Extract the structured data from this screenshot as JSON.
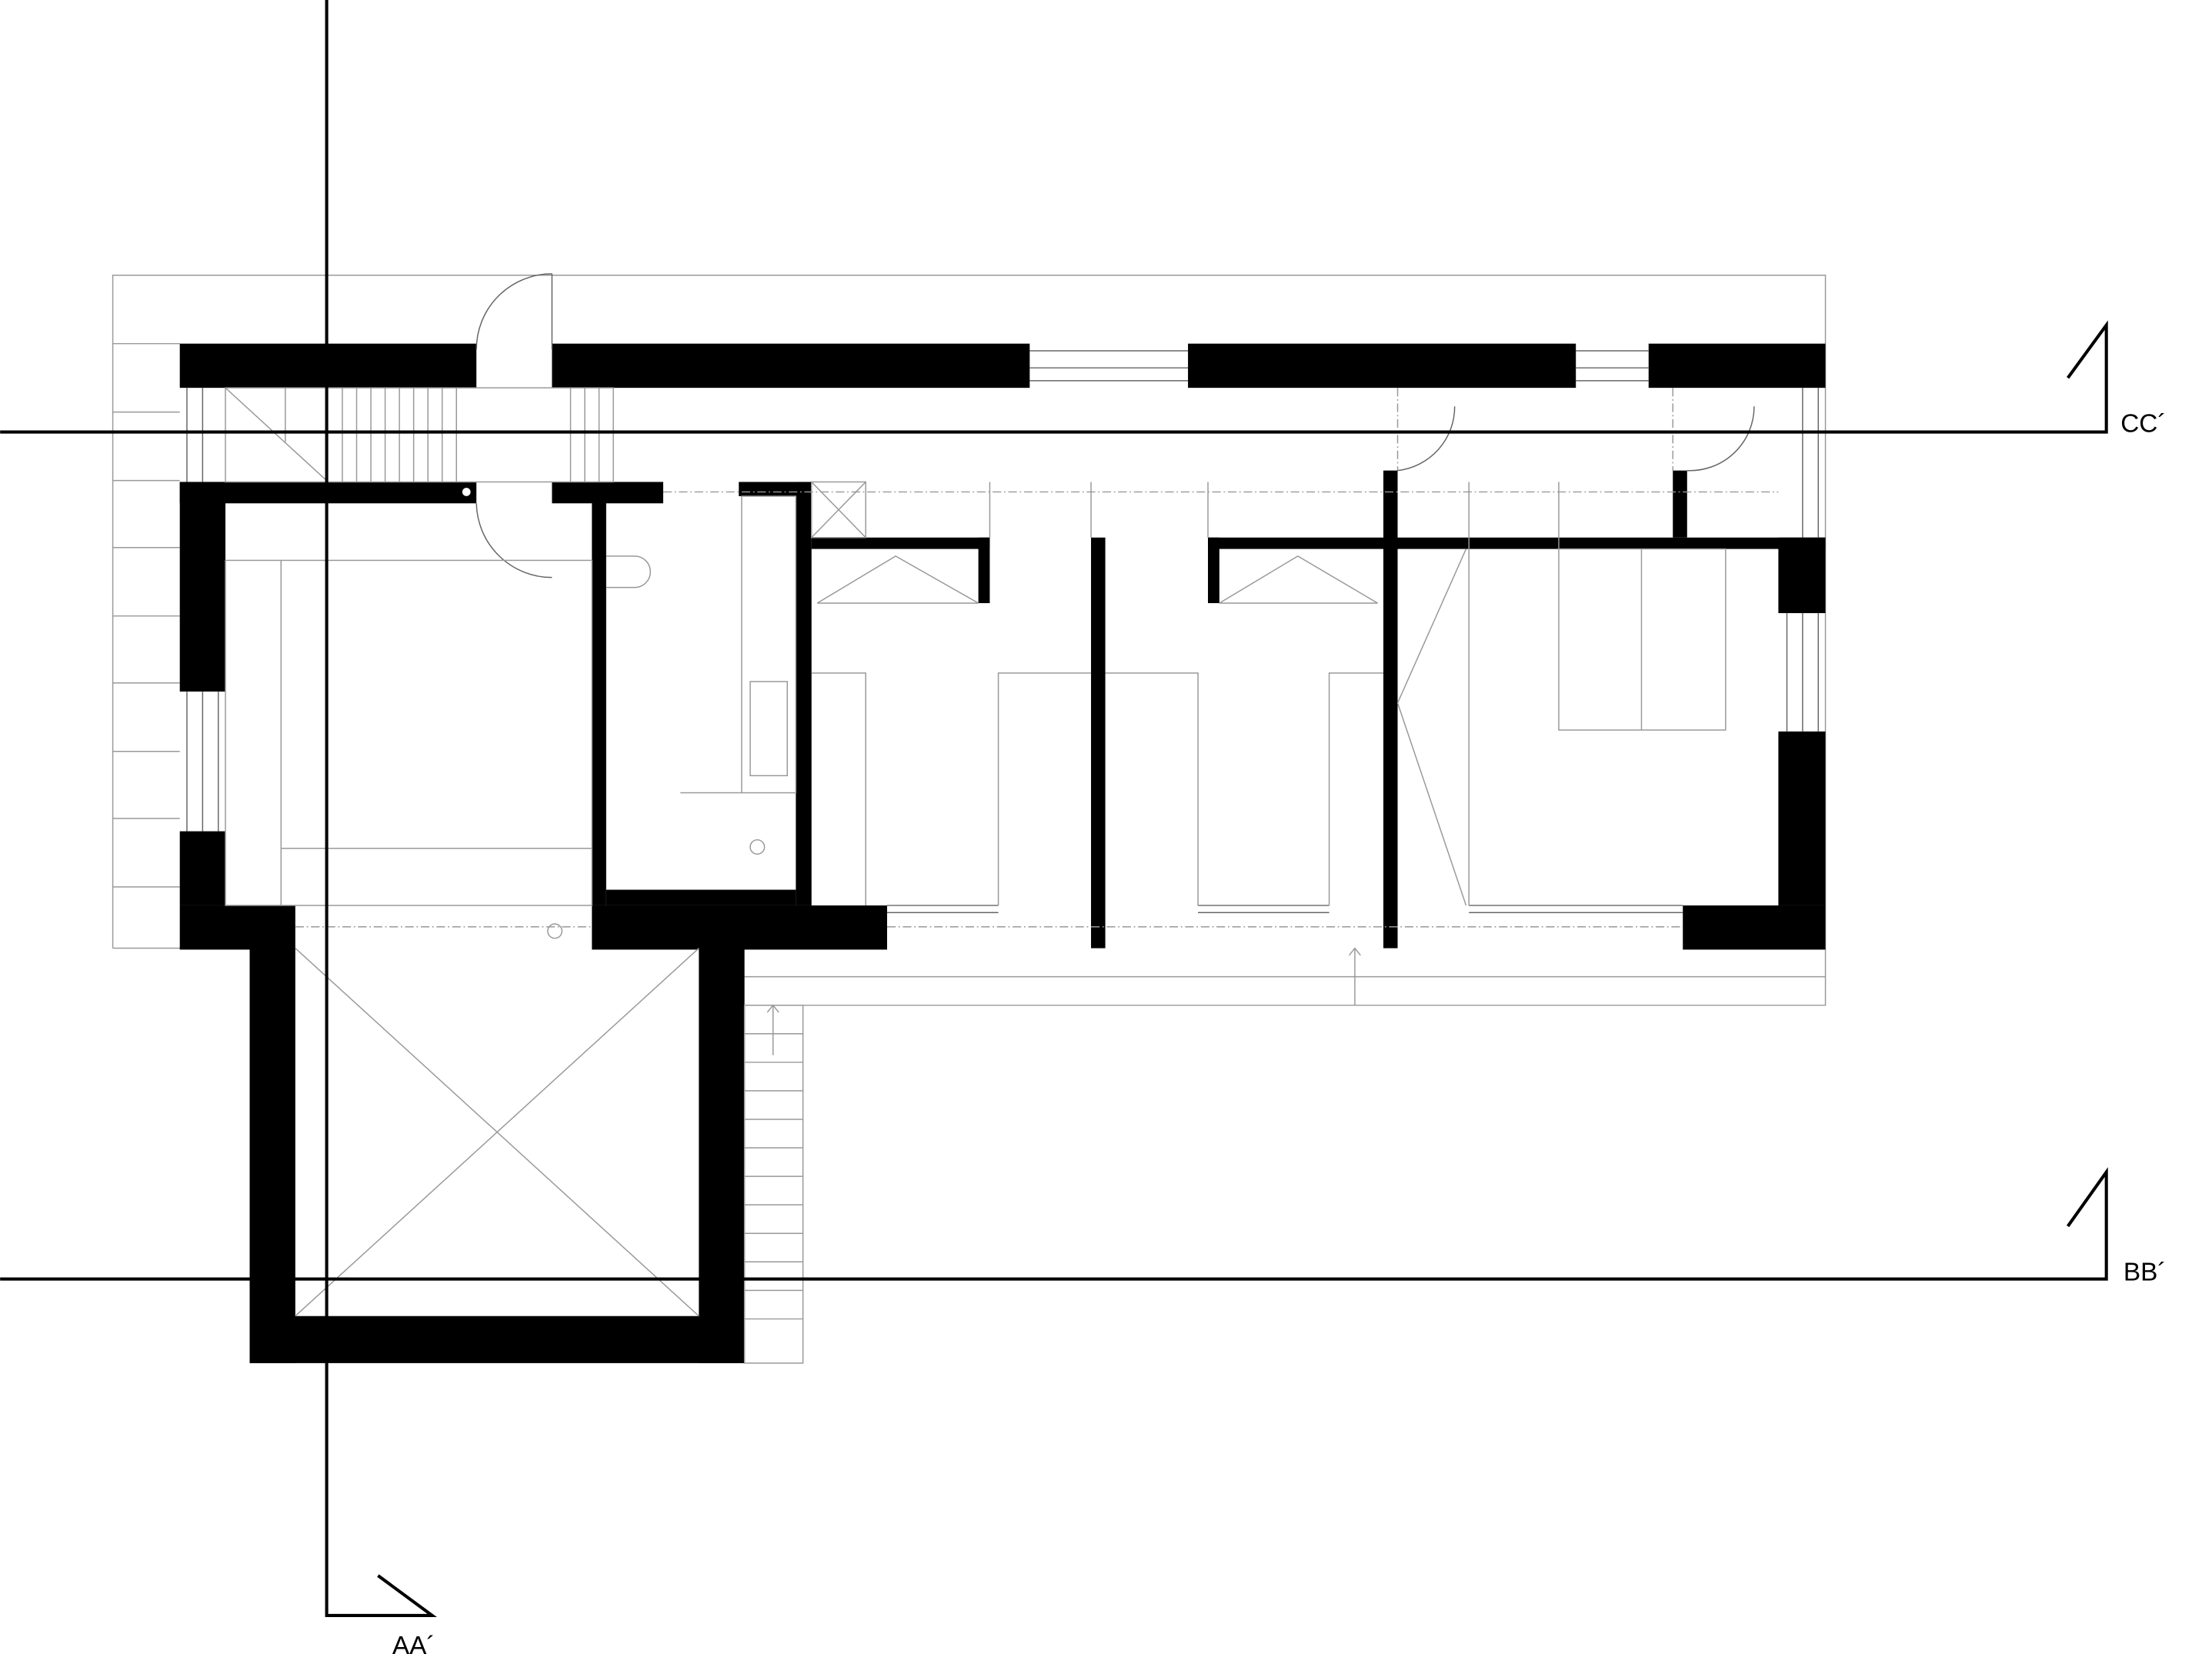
{
  "drawing": {
    "type": "floor plan",
    "sections": [
      {
        "id": "cc",
        "label": "CC´"
      },
      {
        "id": "bb",
        "label": "BB´"
      },
      {
        "id": "aa",
        "label": "AA´"
      }
    ],
    "colors": {
      "wall": "#000000",
      "line": "#999999",
      "background": "#ffffff"
    }
  }
}
